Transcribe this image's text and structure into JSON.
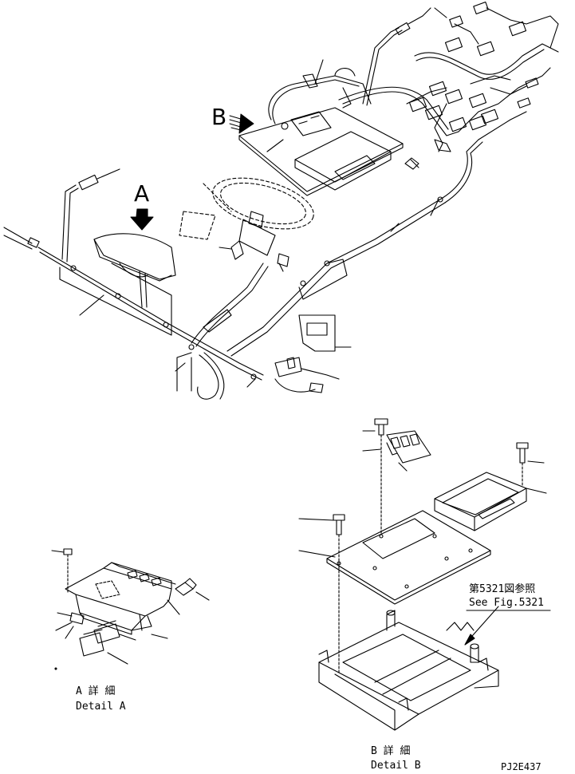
{
  "callouts": {
    "view_a": "A",
    "view_b": "B"
  },
  "detail_a": {
    "title_jp": "A 詳 細",
    "title_en": "Detail A"
  },
  "detail_b": {
    "title_jp": "B 詳 細",
    "title_en": "Detail B"
  },
  "reference": {
    "jp": "第5321図参照",
    "en": "See Fig.5321"
  },
  "drawing_code": "PJ2E437",
  "colors": {
    "line": "#000000",
    "background": "#ffffff"
  }
}
